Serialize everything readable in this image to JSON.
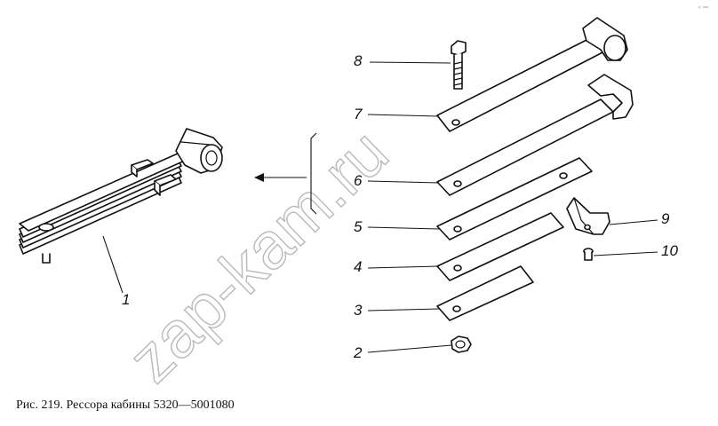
{
  "caption": "Рис. 219. Рессора кабины 5320—5001080",
  "watermark": "zap-kam.ru",
  "corner_mark": "ц\" ааа",
  "labels": {
    "p1": "1",
    "p2": "2",
    "p3": "3",
    "p4": "4",
    "p5": "5",
    "p6": "6",
    "p7": "7",
    "p8": "8",
    "p9": "9",
    "p10": "10"
  }
}
